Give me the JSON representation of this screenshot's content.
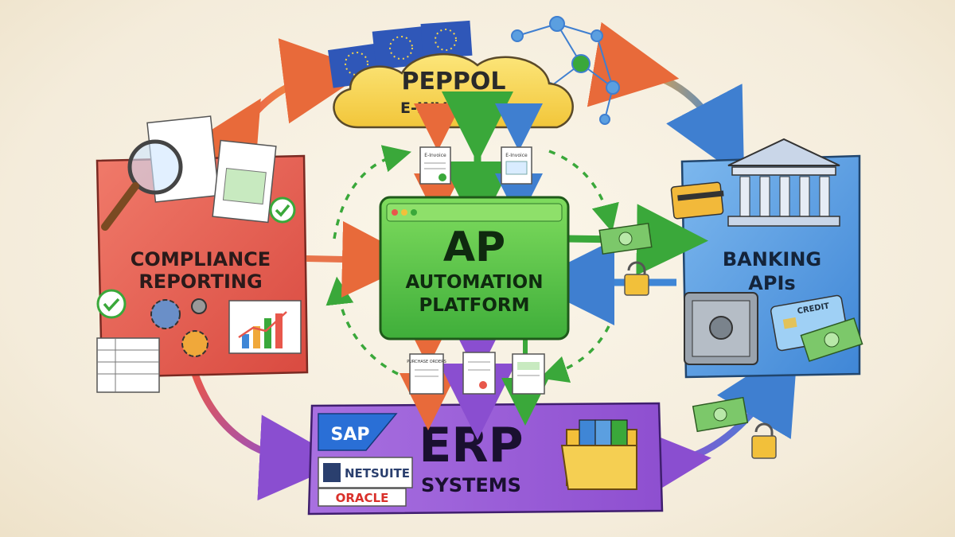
{
  "hub": {
    "title": "AP",
    "subtitle_line1": "AUTOMATION",
    "subtitle_line2": "PLATFORM"
  },
  "peppol": {
    "title": "PEPPOL",
    "subtitle": "E-INVOICING"
  },
  "compliance": {
    "line1": "COMPLIANCE",
    "line2": "REPORTING"
  },
  "banking": {
    "line1": "BANKING",
    "line2": "APIs"
  },
  "erp": {
    "title": "ERP",
    "subtitle": "SYSTEMS",
    "vendors": [
      "SAP",
      "NETSUITE",
      "ORACLE"
    ]
  },
  "doc_labels": {
    "einvoice_left": "E-Invoice",
    "einvoice_right": "E-Invoice",
    "purchase_orders": "PURCHASE ORDERS"
  },
  "card_label": "CREDIT",
  "colors": {
    "hub": "#5fc94a",
    "peppol": "#f7d54a",
    "compliance": "#e8574b",
    "banking": "#5b9fe0",
    "erp": "#a866d6",
    "arrow_green": "#3aa83a"
  }
}
